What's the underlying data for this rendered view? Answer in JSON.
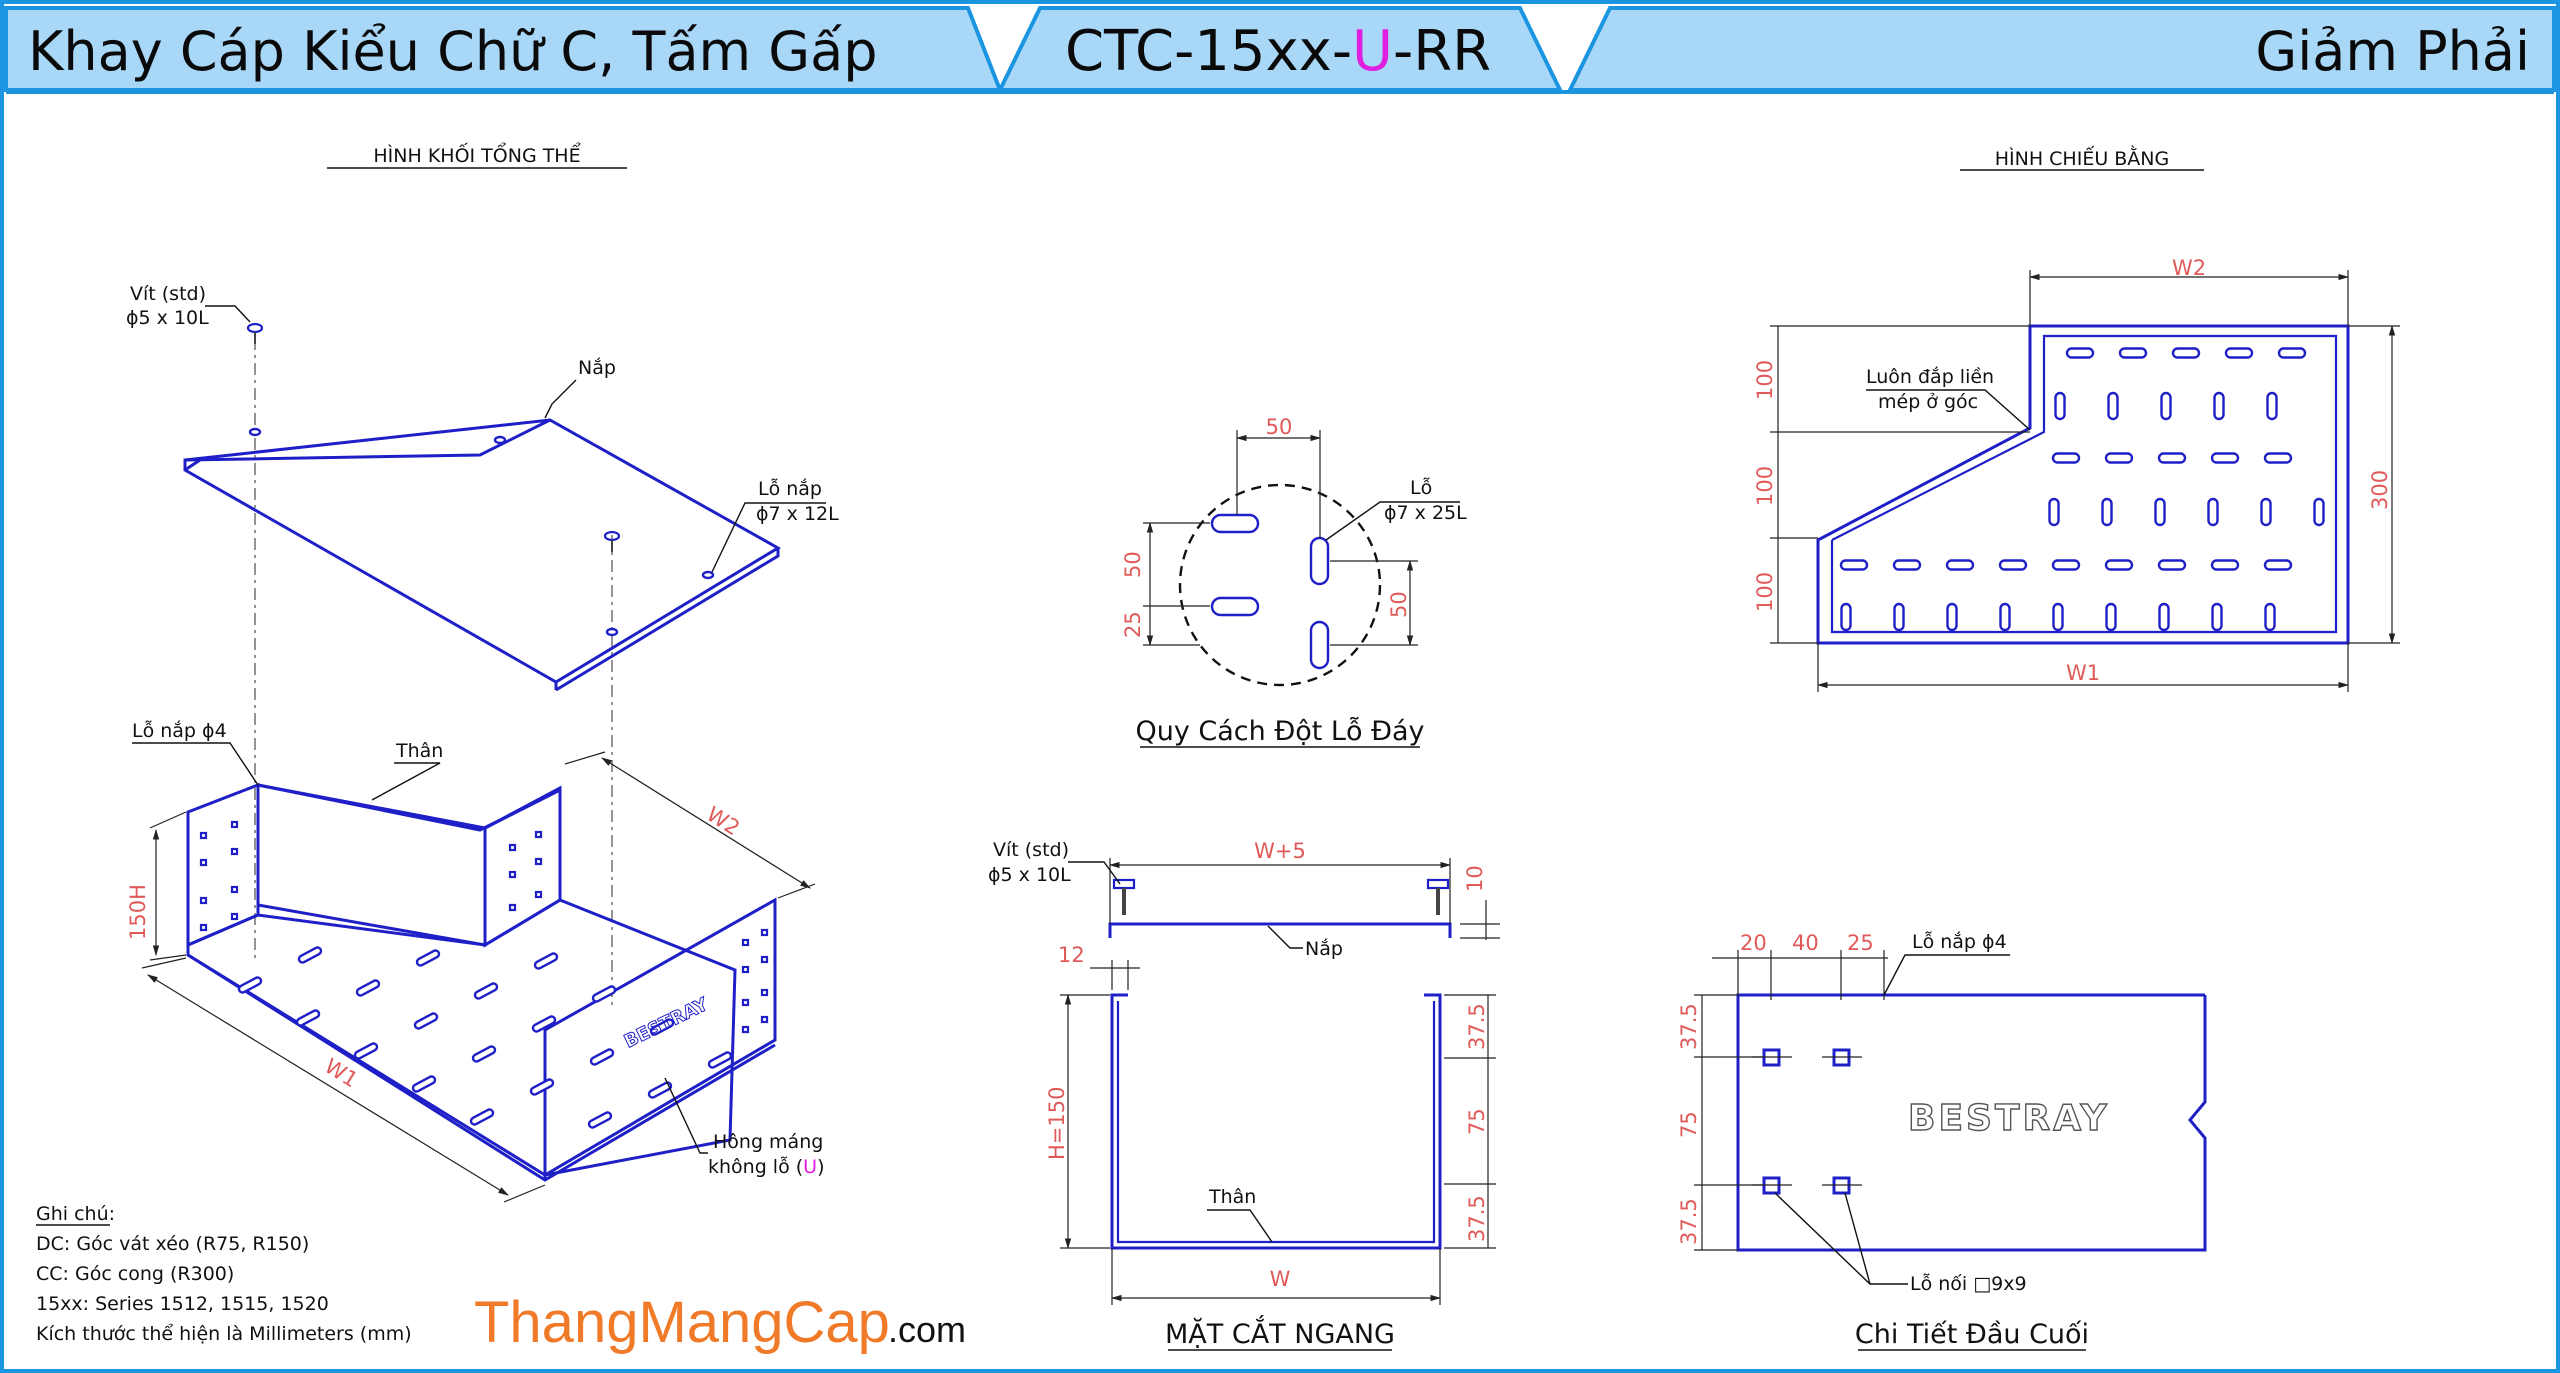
{
  "header": {
    "product_type": "Khay Cáp Kiểu Chữ C, Tấm Gấp",
    "code_prefix": "CTC-15xx-",
    "code_variant": "U",
    "code_suffix": "-RR",
    "variant_name": "Giảm Phải"
  },
  "colors": {
    "header_fill": "#a9d7f7",
    "border": "#1b95e0",
    "object_line": "#1f1fc8",
    "dimension_text": "#e05a5a",
    "highlight": "#e020e0",
    "brand_orange": "#f07a28"
  },
  "isometric": {
    "title": "HÌNH KHỐI TỔNG THỂ",
    "screw_label": "Vít (std)",
    "screw_size": "ϕ5 x 10L",
    "cover_label": "Nắp",
    "cover_hole_label": "Lỗ nắp",
    "cover_hole_size": "ϕ7 x 12L",
    "body_hole_label": "Lỗ nắp ϕ4",
    "body_label": "Thân",
    "dim_w2": "W2",
    "dim_w1": "W1",
    "dim_h": "150H",
    "side_label_1": "Hông máng",
    "side_label_2_prefix": "không lỗ (",
    "side_label_2_variant": "U",
    "side_label_2_suffix": ")"
  },
  "notes": {
    "heading": "Ghi chú:",
    "lines": [
      "DC: Góc vát xéo (R75, R150)",
      "CC: Góc cong (R300)",
      "15xx: Series 1512, 1515, 1520",
      "Kích thước thể hiện là Millimeters (mm)"
    ]
  },
  "brand": {
    "name": "ThangMangCap",
    "suffix": ".com",
    "logo_text": "BESTRAY"
  },
  "hole_pattern": {
    "title": "Quy Cách Đột Lỗ Đáy",
    "hole_label": "Lỗ",
    "hole_size": "ϕ7 x 25L",
    "dim_top": "50",
    "dim_left_1": "50",
    "dim_left_2": "25",
    "dim_right": "50"
  },
  "plan_view": {
    "title": "HÌNH CHIẾU BẰNG",
    "dim_w2": "W2",
    "dim_w1": "W1",
    "dim_300": "300",
    "dim_left": [
      "100",
      "100",
      "100"
    ],
    "note_1": "Luôn đắp liền",
    "note_2": "mép ở góc"
  },
  "cross_section": {
    "title": "MẶT CẮT NGANG",
    "screw_label": "Vít (std)",
    "screw_size": "ϕ5 x 10L",
    "dim_top": "W+5",
    "dim_cover": "10",
    "dim_lip": "12",
    "dim_h": "H=150",
    "dim_w": "W",
    "dim_right": [
      "37.5",
      "75",
      "37.5"
    ],
    "cover_label": "Nắp",
    "body_label": "Thân"
  },
  "end_detail": {
    "title": "Chi Tiết Đầu Cuối",
    "dim_top": [
      "20",
      "40",
      "25"
    ],
    "cover_hole_label": "Lỗ nắp ϕ4",
    "dim_left": [
      "37.5",
      "75",
      "37.5"
    ],
    "joint_hole_label": "Lỗ nối □9x9"
  }
}
